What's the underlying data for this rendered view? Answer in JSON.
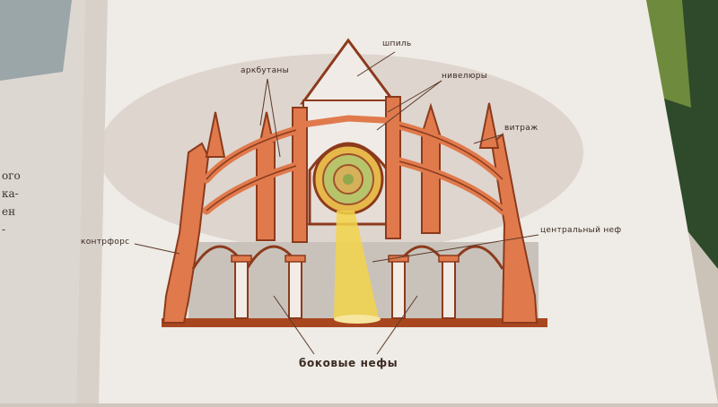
{
  "labels": {
    "spire": "шпиль",
    "flying_buttresses": "аркбутаны",
    "pinnacles": "нивелюры",
    "stained_glass": "витраж",
    "buttress": "контрфорс",
    "central_nave": "центральный неф",
    "side_aisles": "боковые нефы"
  },
  "left_page_text": [
    "ого",
    "ка-",
    "ен",
    "-"
  ],
  "colors": {
    "page": "#efebe6",
    "orange": "#e07a4c",
    "outline": "#8c3a1c",
    "interior": "#c9c2bb",
    "light_beam": "#f2d44a"
  }
}
